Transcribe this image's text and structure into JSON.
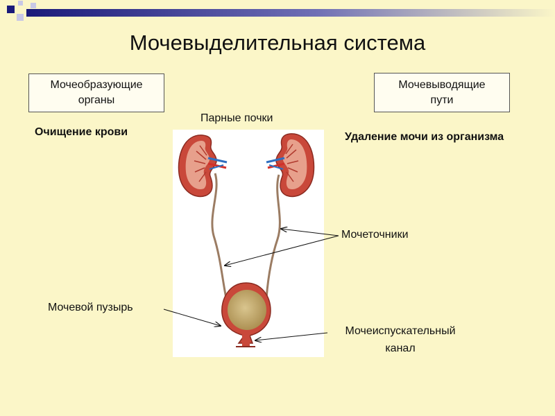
{
  "title": "Мочевыделительная система",
  "left_box": {
    "line1": "Мочеобразующие",
    "line2": "органы"
  },
  "right_box": {
    "line1": "Мочевыводящие",
    "line2": "пути"
  },
  "left_caption": "Очищение крови",
  "right_caption": "Удаление мочи из организма",
  "labels": {
    "kidneys": "Парные почки",
    "ureters": "Мочеточники",
    "bladder": "Мочевой пузырь",
    "urethra_line1": "Мочеиспускательный",
    "urethra_line2": "канал"
  },
  "colors": {
    "background": "#fbf6c8",
    "bar_dark": "#1a1a7a",
    "organ": "#c9483a",
    "organ_inner": "#e7a08c",
    "ureter": "#a0826a"
  }
}
